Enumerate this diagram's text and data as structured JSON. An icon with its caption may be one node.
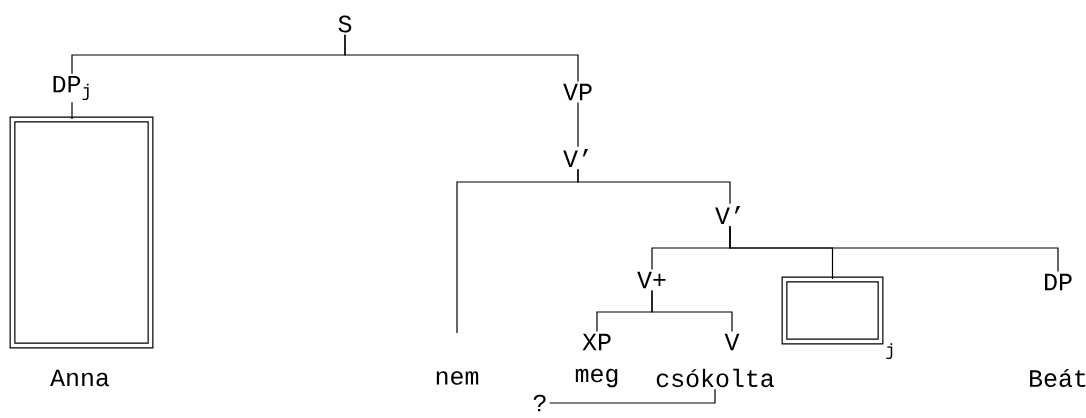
{
  "diagram": {
    "nodes": [
      {
        "text": [
          "S"
        ]
      },
      {
        "text": [
          "DP$_{j}$"
        ]
      },
      {
        "text": [],
        "shape": "box"
      },
      {
        "text": [
          "VP"
        ]
      },
      {
        "text": [
          "V’"
        ]
      },
      {
        "text": [
          "V’"
        ]
      },
      {
        "text": [
          "nem"
        ]
      },
      {
        "text": [
          "V+"
        ]
      },
      {
        "text": [],
        "shape": "box",
        "beside": [
          "j"
        ]
      },
      {
        "text": [
          "DP"
        ]
      },
      {
        "text": [
          "XP"
        ]
      },
      {
        "text": [
          "V"
        ]
      },
      {
        "text": [
          "csókolta"
        ]
      },
      {
        "text": [
          "?"
        ]
      }
    ],
    "edges": [
      {
        "from": 0,
        "to": 1,
        "arrow": "none"
      },
      {
        "from": 0,
        "to": 3,
        "arrow": "none"
      },
      {
        "from": 1,
        "to": 2,
        "arrow": "none"
      },
      {
        "from": 3,
        "to": 4,
        "arrow": "none"
      },
      {
        "from": 4,
        "to": 6,
        "arrow": "none"
      },
      {
        "from": 4,
        "to": 5,
        "arrow": "none"
      },
      {
        "from": 5,
        "to": 7,
        "arrow": "none"
      },
      {
        "from": 5,
        "to": 8,
        "arrow": "none"
      },
      {
        "from": 5,
        "to": 9,
        "arrow": "none"
      },
      {
        "from": 7,
        "to": 10,
        "arrow": "none"
      },
      {
        "from": 7,
        "to": 11,
        "arrow": "none"
      },
      {
        "from": 13,
        "to": 12,
        "arrow": "none"
      }
    ],
    "labels": [
      "Anna",
      "meg",
      "Beát"
    ]
  }
}
